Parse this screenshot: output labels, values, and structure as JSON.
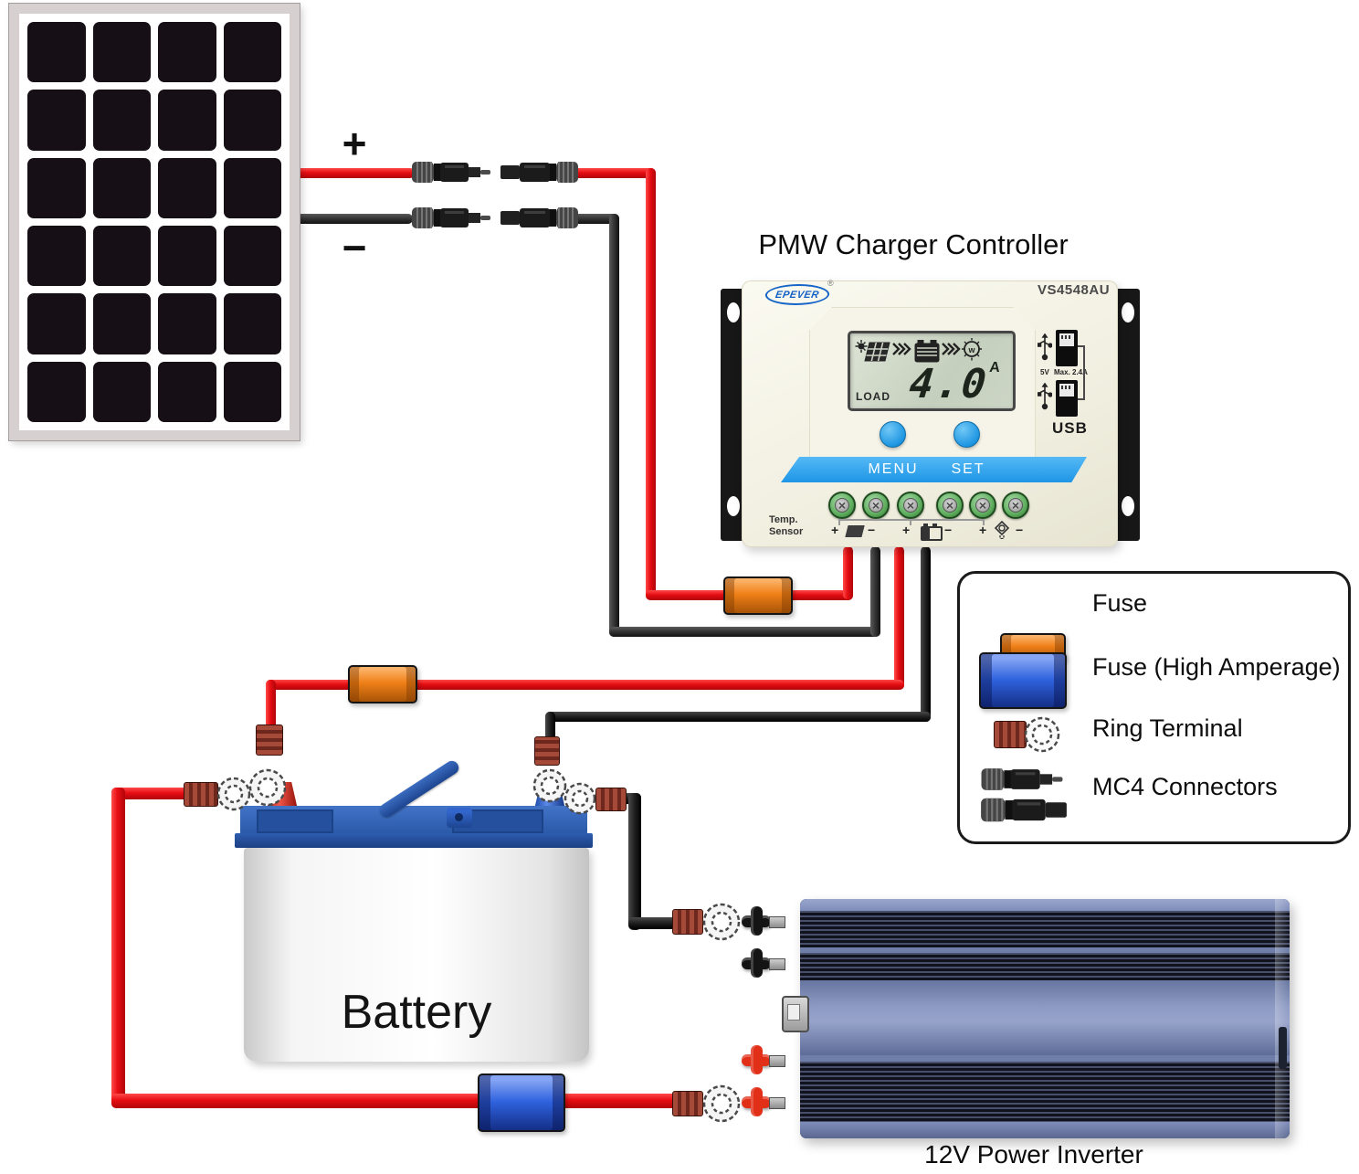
{
  "solar_panel": {
    "plus": "+",
    "minus": "−"
  },
  "controller": {
    "title": "PMW Charger Controller",
    "brand": "EPEVER",
    "reg": "®",
    "model": "VS4548AU",
    "lcd": {
      "load": "LOAD",
      "value": "4.0",
      "unit": "A"
    },
    "usb": {
      "volts": "5V",
      "max": "Max. 2.4A",
      "label": "USB"
    },
    "buttons": {
      "menu": "MENU",
      "set": "SET"
    },
    "temp": {
      "line1": "Temp.",
      "line2": "Sensor"
    },
    "terminal_signs": [
      "+",
      "−",
      "+",
      "−",
      "+",
      "−"
    ]
  },
  "battery": {
    "label": "Battery"
  },
  "inverter": {
    "label": "12V Power Inverter"
  },
  "legend": {
    "items": [
      {
        "label": "Fuse"
      },
      {
        "label": "Fuse (High Amperage)"
      },
      {
        "label": "Ring Terminal"
      },
      {
        "label": "MC4 Connectors"
      }
    ]
  },
  "colors": {
    "wire_red": "#e60e13",
    "wire_black": "#1f1f1f",
    "fuse_orange": "#f08018",
    "fuse_blue": "#2f62de",
    "crimp_red": "#8e392d",
    "controller_body": "#f5f3e7",
    "controller_band": "#2ea7f0",
    "lcd_background": "#ccd6c6",
    "terminal_green": "#5cab5c",
    "battery_blue": "#2b5cac",
    "inverter_slate": "#7a8ab8"
  }
}
